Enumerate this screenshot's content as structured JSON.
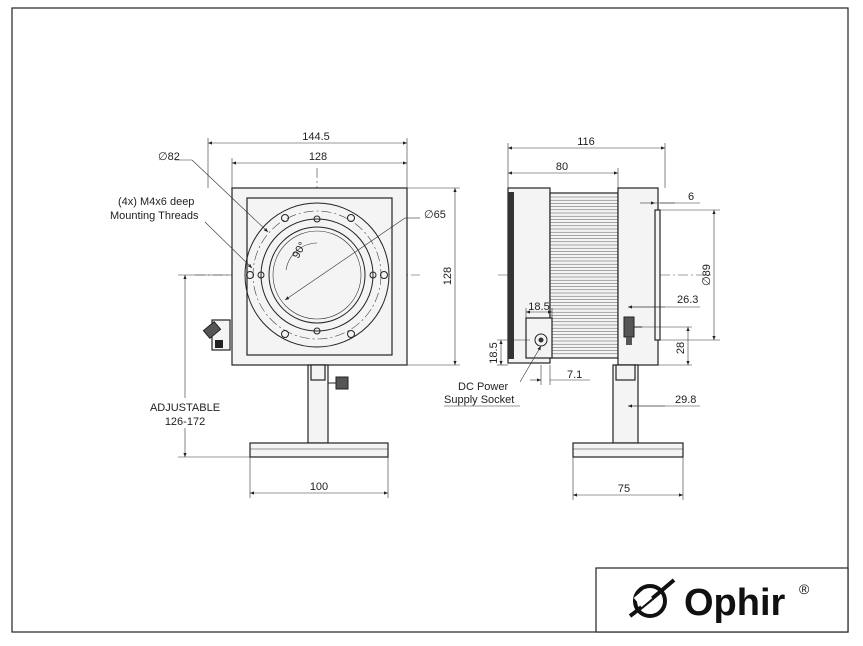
{
  "front_view": {
    "dims": {
      "width_outer": "144.5",
      "width_inner": "128",
      "dia_82": "∅82",
      "dia_65": "∅65",
      "height": "128",
      "angle": "90°",
      "base_width": "100"
    },
    "labels": {
      "threads_line1": "(4x) M4x6 deep",
      "threads_line2": "Mounting Threads",
      "adjustable_line1": "ADJUSTABLE",
      "adjustable_line2": "126-172"
    }
  },
  "side_view": {
    "dims": {
      "length_total": "116",
      "length_body": "80",
      "d6": "6",
      "dia_89": "∅89",
      "d26_3": "26.3",
      "d18_5_h": "18.5",
      "d18_5_v": "18.5",
      "d28": "28",
      "d7_1": "7.1",
      "d29_8": "29.8",
      "base_width": "75"
    },
    "labels": {
      "dc_line1": "DC Power",
      "dc_line2": "Supply Socket"
    }
  },
  "logo": {
    "brand": "Ophir",
    "reg": "®"
  }
}
